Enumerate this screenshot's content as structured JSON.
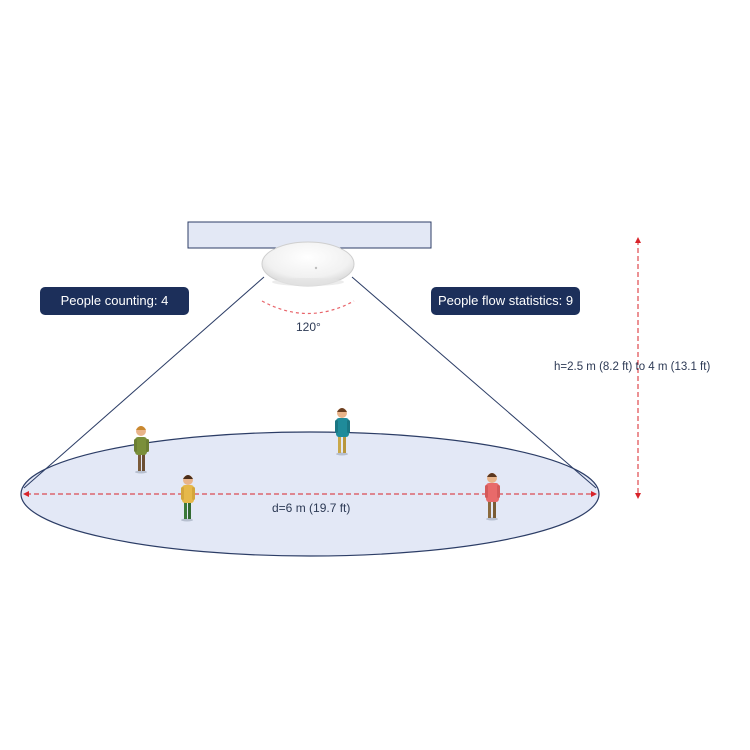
{
  "badges": {
    "people_counting": "People counting: 4",
    "people_flow": "People flow statistics: 9"
  },
  "labels": {
    "angle": "120°",
    "height": "h=2.5 m (8.2 ft) to 4 m (13.1 ft)",
    "diameter": "d=6 m (19.7 ft)"
  },
  "colors": {
    "badge_bg": "#1c2f5a",
    "ceiling_fill": "#e3e8f5",
    "ceiling_stroke": "#2c3d66",
    "floor_fill": "#e3e8f6",
    "floor_stroke": "#2c3d66",
    "cone_line": "#2c3d66",
    "dimension_red": "#d8232a",
    "angle_arc": "#e8646a"
  }
}
